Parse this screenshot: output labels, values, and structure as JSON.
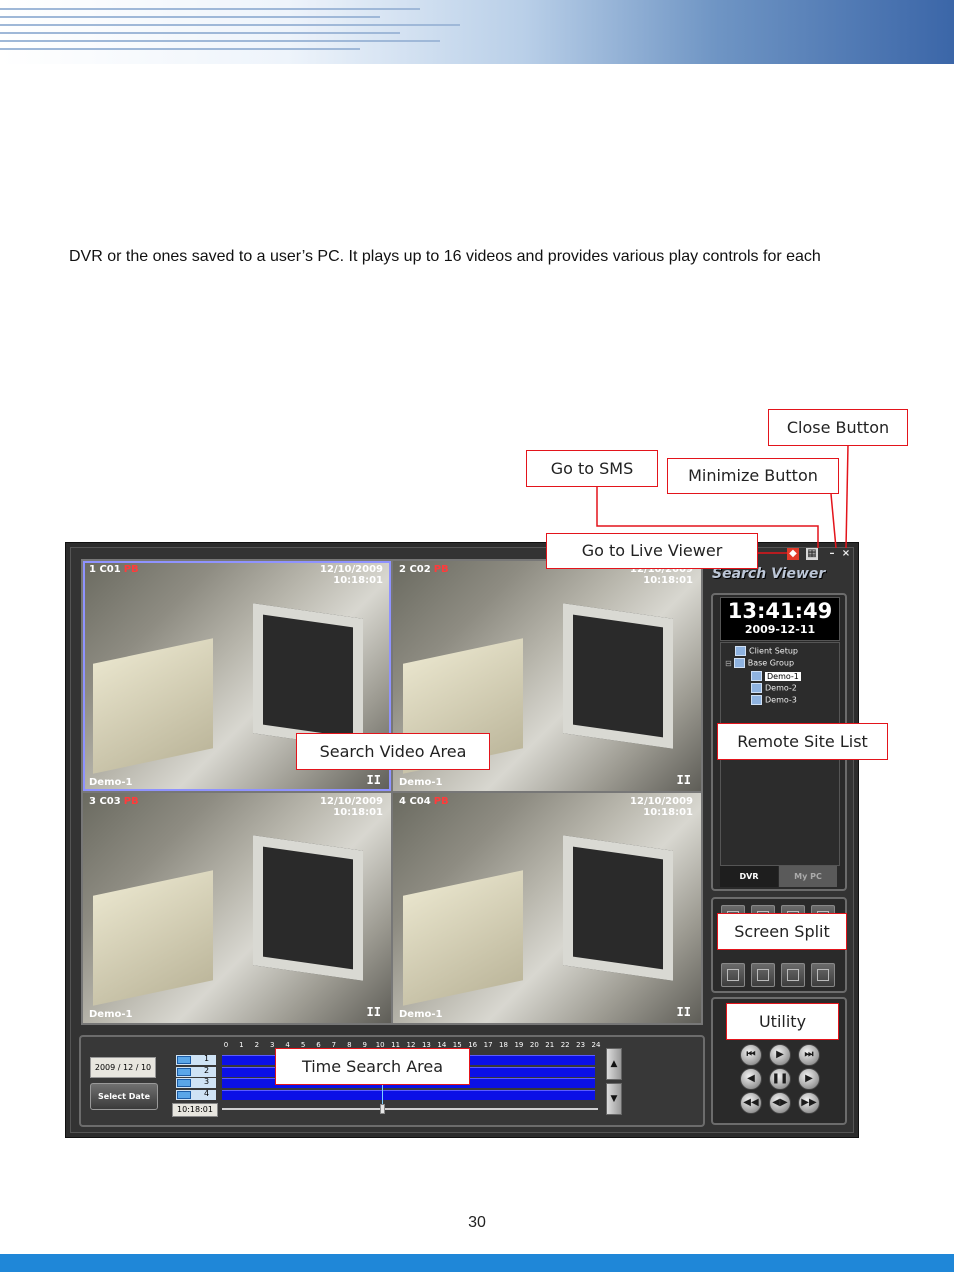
{
  "page": {
    "intro_text": "DVR or the ones saved to a user’s PC. It plays up to 16 videos and provides various play controls for each",
    "page_number": "30",
    "brand_color": "#1f87d8"
  },
  "app": {
    "brand": "Search Viewer",
    "clock_time": "13:41:49",
    "clock_date": "2009-12-11",
    "cells": [
      {
        "title": "1 C01",
        "pb": "PB",
        "date": "12/10/2009",
        "time": "10:18:01",
        "site": "Demo-1",
        "state": "II"
      },
      {
        "title": "2 C02",
        "pb": "PB",
        "date": "12/10/2009",
        "time": "10:18:01",
        "site": "Demo-1",
        "state": "II"
      },
      {
        "title": "3 C03",
        "pb": "PB",
        "date": "12/10/2009",
        "time": "10:18:01",
        "site": "Demo-1",
        "state": "II"
      },
      {
        "title": "4 C04",
        "pb": "PB",
        "date": "12/10/2009",
        "time": "10:18:01",
        "site": "Demo-1",
        "state": "II"
      }
    ],
    "tree": {
      "client_setup": "Client Setup",
      "base_group": "Base Group",
      "sites": [
        "Demo-1",
        "Demo-2",
        "Demo-3"
      ]
    },
    "tabs": {
      "dvr": "DVR",
      "mypc": "My PC"
    },
    "time_search": {
      "date": "2009 / 12 / 10",
      "select_date": "Select Date",
      "current_time": "10:18:01",
      "hours": [
        "0",
        "1",
        "2",
        "3",
        "4",
        "5",
        "6",
        "7",
        "8",
        "9",
        "10",
        "11",
        "12",
        "13",
        "14",
        "15",
        "16",
        "17",
        "18",
        "19",
        "20",
        "21",
        "22",
        "23",
        "24"
      ],
      "channels": [
        "1",
        "2",
        "3",
        "4"
      ],
      "cursor_fraction": 0.4292
    }
  },
  "callouts": {
    "close_button": "Close Button",
    "go_to_sms": "Go to SMS",
    "minimize_button": "Minimize Button",
    "go_to_live_viewer": "Go to Live Viewer",
    "search_video_area": "Search Video Area",
    "remote_site_list": "Remote Site List",
    "screen_split": "Screen Split",
    "utility": "Utility",
    "time_search_area": "Time Search Area"
  }
}
